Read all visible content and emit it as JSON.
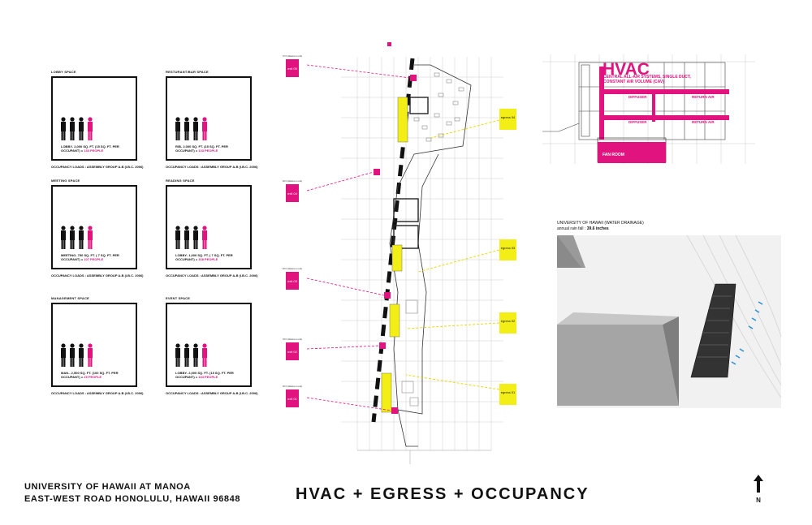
{
  "occupancy": {
    "spaces": [
      {
        "title": "LOBBY SPACE",
        "line1": "LOBBY- 2,000 SQ. FT. (15 SQ. FT. PER",
        "line2": "OCCUPANT) = ",
        "people": "133 PEOPLE",
        "note": "OCCUPANCY LOADS : ASSEMBLY GROUP A-B (I.B.C. 2006)"
      },
      {
        "title": "RESTURANT/BAR SPACE",
        "line1": "R/B- 2,000 SQ. FT. (15 SQ. FT. PER",
        "line2": "OCCUPANT) = ",
        "people": "133 PEOPLE",
        "note": "OCCUPANCY LOADS : ASSEMBLY GROUP A-B (I.B.C. 2006)"
      },
      {
        "title": "MEETING SPACE",
        "line1": "MEETING- 750 SQ. FT. ( 7 SQ. FT. PER",
        "line2": "OCCUPANT) = ",
        "people": "107 PEOPLE",
        "note": "OCCUPANCY LOADS : ASSEMBLY GROUP A-B (I.B.C. 2006)"
      },
      {
        "title": "READING SPACE",
        "line1": "LOBBY- 1,000 SQ. FT. ( 7 SQ. FT. PER",
        "line2": "OCCUPANT) = ",
        "people": "168 PEOPLE",
        "note": "OCCUPANCY LOADS : ASSEMBLY GROUP A-B (I.B.C. 2006)"
      },
      {
        "title": "MANAGEMENT SPACE",
        "line1": "MAN.- 2,500 SQ. FT. (100 SQ. FT. PER",
        "line2": "OCCUPANT) = ",
        "people": "25 PEOPLE",
        "note": "OCCUPANCY LOADS : ASSEMBLY GROUP A-B (I.B.C. 2006)"
      },
      {
        "title": "EVENT SPACE",
        "line1": "LOBBY- 2,000 SQ. FT. (15 SQ. FT. PER",
        "line2": "OCCUPANT) = ",
        "people": "133 PEOPLE",
        "note": "OCCUPANCY LOADS : ASSEMBLY GROUP A-B (I.B.C. 2006)"
      }
    ]
  },
  "plan": {
    "exits": [
      "exit 05",
      "exit 04",
      "exit 03",
      "exit 02",
      "exit 01"
    ],
    "exit_notes": [
      "37 ft (distance to exit)",
      "60 ft (distance to exit)",
      "53 ft (distance to exit)",
      "33 ft (distance to exit)",
      "30 ft (distance to exit)"
    ],
    "egress": [
      "egress 04",
      "egress 03",
      "egress 02",
      "egress 01"
    ]
  },
  "hvac": {
    "title": "HVAC",
    "subtitle1": "CENTRAL ALL-AIR SYSTEMS, SINGLE DUCT,",
    "subtitle2": "CONSTANT AIR VOLUME (CAV)",
    "diffuser": "DIFFUSER",
    "return_air": "RETURN AIR",
    "fan_room": "FAN ROOM"
  },
  "drainage": {
    "caption": "UNIVERSITY OF HAWAII (WATER DRAINAGE)",
    "rain_label": "annual rain fall : ",
    "rain_value": "39.6 inches"
  },
  "footer": {
    "line1": "UNIVERSITY OF HAWAII AT MANOA",
    "line2": "EAST-WEST ROAD HONOLULU, HAWAII 96848",
    "title": "HVAC + EGRESS + OCCUPANCY",
    "north": "N"
  },
  "colors": {
    "accent": "#e0137f",
    "highlight": "#f3ee16",
    "ink": "#111111"
  }
}
